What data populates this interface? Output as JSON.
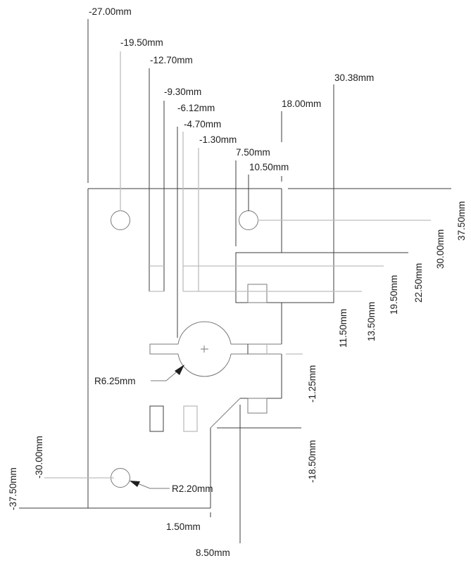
{
  "drawing": {
    "title": "Board outline dimension drawing",
    "units": "mm",
    "horizontal_dims": [
      {
        "id": "x-27",
        "label": "-27.00mm",
        "value": -27.0
      },
      {
        "id": "x-19_5",
        "label": "-19.50mm",
        "value": -19.5
      },
      {
        "id": "x-12_7",
        "label": "-12.70mm",
        "value": -12.7
      },
      {
        "id": "x-9_3",
        "label": "-9.30mm",
        "value": -9.3
      },
      {
        "id": "x-6_12",
        "label": "-6.12mm",
        "value": -6.12
      },
      {
        "id": "x-4_7",
        "label": "-4.70mm",
        "value": -4.7
      },
      {
        "id": "x-1_3",
        "label": "-1.30mm",
        "value": -1.3
      },
      {
        "id": "x7_5",
        "label": "7.50mm",
        "value": 7.5
      },
      {
        "id": "x10_5",
        "label": "10.50mm",
        "value": 10.5
      },
      {
        "id": "x18",
        "label": "18.00mm",
        "value": 18.0
      },
      {
        "id": "x30_38",
        "label": "30.38mm",
        "value": 30.38
      },
      {
        "id": "x1_5",
        "label": "1.50mm",
        "value": 1.5
      },
      {
        "id": "x8_5",
        "label": "8.50mm",
        "value": 8.5
      }
    ],
    "vertical_dims": [
      {
        "id": "y37_5",
        "label": "37.50mm",
        "value": 37.5
      },
      {
        "id": "y30",
        "label": "30.00mm",
        "value": 30.0
      },
      {
        "id": "y22_5",
        "label": "22.50mm",
        "value": 22.5
      },
      {
        "id": "y19_5",
        "label": "19.50mm",
        "value": 19.5
      },
      {
        "id": "y13_5",
        "label": "13.50mm",
        "value": 13.5
      },
      {
        "id": "y11_5",
        "label": "11.50mm",
        "value": 11.5
      },
      {
        "id": "y-1_25",
        "label": "-1.25mm",
        "value": -1.25
      },
      {
        "id": "y-18_5",
        "label": "-18.50mm",
        "value": -18.5
      },
      {
        "id": "y-30",
        "label": "-30.00mm",
        "value": -30.0
      },
      {
        "id": "y-37_5",
        "label": "-37.50mm",
        "value": -37.5
      }
    ],
    "radius_callouts": [
      {
        "id": "r-large",
        "label": "R6.25mm",
        "value": 6.25
      },
      {
        "id": "r-small",
        "label": "R2.20mm",
        "value": 2.2
      }
    ],
    "colors": {
      "outline": "#3c3c3c",
      "extension": "#bdbdbd",
      "text": "#1e1e1e",
      "background": "#ffffff"
    }
  }
}
